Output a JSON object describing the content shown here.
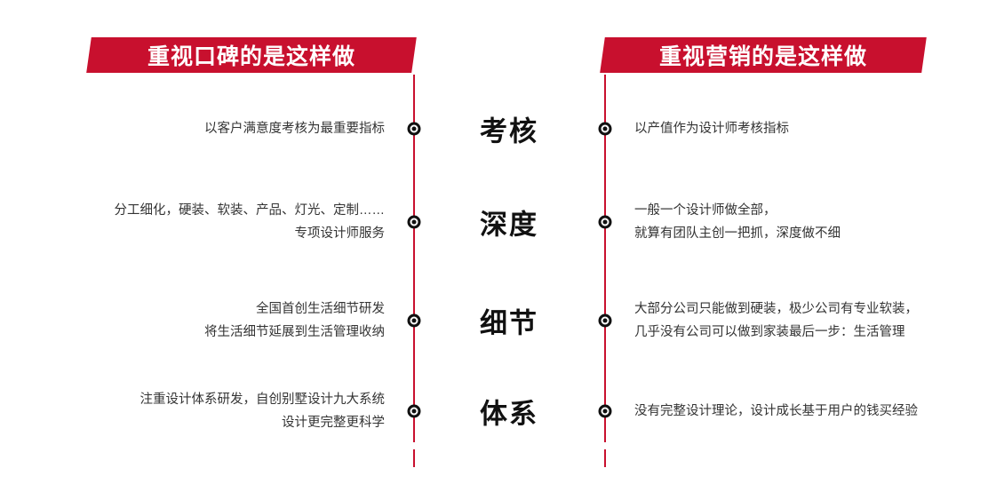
{
  "colors": {
    "accent": "#C8102E",
    "text": "#333333",
    "bullet": "#111111"
  },
  "left_column": {
    "header": "重视口碑的是这样做",
    "items": [
      {
        "line1": "以客户满意度考核为最重要指标"
      },
      {
        "line1": "分工细化，硬装、软装、产品、灯光、定制……",
        "line2": "专项设计师服务"
      },
      {
        "line1": "全国首创生活细节研发",
        "line2": "将生活细节延展到生活管理收纳"
      },
      {
        "line1": "注重设计体系研发，自创别墅设计九大系统",
        "line2": "设计更完整更科学"
      }
    ]
  },
  "center_labels": [
    "考核",
    "深度",
    "细节",
    "体系"
  ],
  "right_column": {
    "header": "重视营销的是这样做",
    "items": [
      {
        "line1": "以产值作为设计师考核指标"
      },
      {
        "line1": "一般一个设计师做全部，",
        "line2": "就算有团队主创一把抓，深度做不细"
      },
      {
        "line1": "大部分公司只能做到硬装，极少公司有专业软装，",
        "line2": "几乎没有公司可以做到家装最后一步：生活管理"
      },
      {
        "line1": "没有完整设计理论，设计成长基于用户的钱买经验"
      }
    ]
  }
}
